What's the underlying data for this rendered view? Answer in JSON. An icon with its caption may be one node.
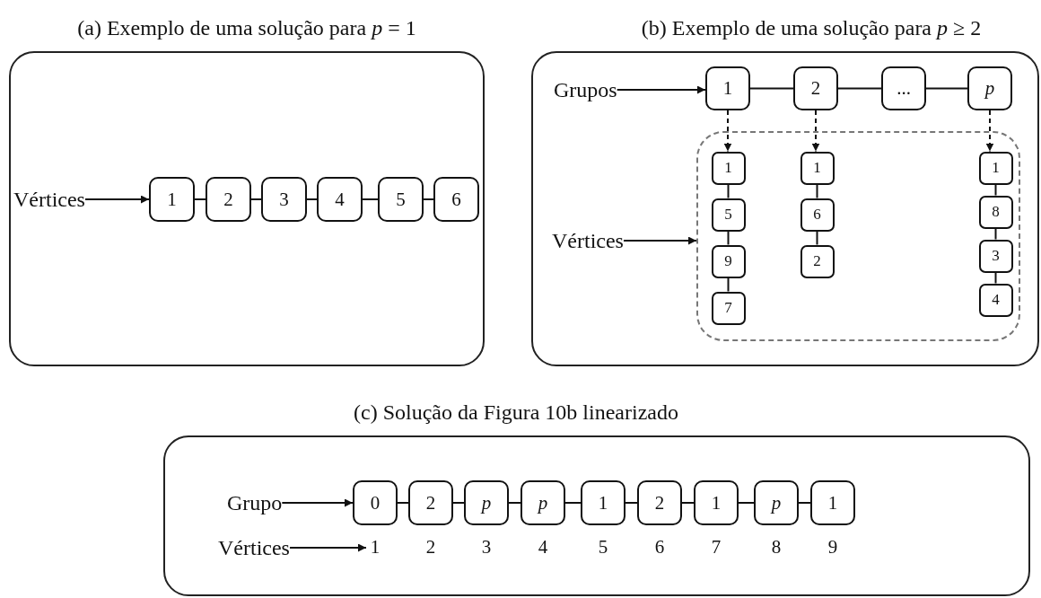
{
  "diagram": {
    "nodes": [
      {
        "text": [
          "(a) Exemplo de uma solução para *p* = 1"
        ]
      },
      {
        "text": [
          "Vértices"
        ],
        "in": 0
      },
      {
        "text": [
          "1"
        ],
        "in": 0
      },
      {
        "text": [
          "2"
        ],
        "in": 0
      },
      {
        "text": [
          "3"
        ],
        "in": 0
      },
      {
        "text": [
          "4"
        ],
        "in": 0
      },
      {
        "text": [
          "5"
        ],
        "in": 0
      },
      {
        "text": [
          "6"
        ],
        "in": 0
      },
      {
        "text": [
          "(b) Exemplo de uma solução para *p* ≥ 2"
        ]
      },
      {
        "text": [
          "Grupos"
        ],
        "in": 8
      },
      {
        "text": [
          "1"
        ],
        "in": 8
      },
      {
        "text": [
          "2"
        ],
        "in": 8
      },
      {
        "text": [
          "..."
        ],
        "in": 8
      },
      {
        "text": [
          "*p*"
        ],
        "in": 8
      },
      {
        "text": [
          "Vértices"
        ],
        "in": 8
      },
      {
        "text": [],
        "shape": "box",
        "in": 8
      },
      {
        "text": [
          "1"
        ],
        "in": 15
      },
      {
        "text": [
          "5"
        ],
        "in": 15
      },
      {
        "text": [
          "9"
        ],
        "in": 15
      },
      {
        "text": [
          "7"
        ],
        "in": 15
      },
      {
        "text": [
          "1"
        ],
        "in": 15
      },
      {
        "text": [
          "6"
        ],
        "in": 15
      },
      {
        "text": [
          "2"
        ],
        "in": 15
      },
      {
        "text": [
          "1"
        ],
        "in": 15
      },
      {
        "text": [
          "8"
        ],
        "in": 15
      },
      {
        "text": [
          "3"
        ],
        "in": 15
      },
      {
        "text": [
          "4"
        ],
        "in": 15
      },
      {
        "text": [
          "(c) Solução da Figura 10b linearizado"
        ]
      },
      {
        "text": [
          "Grupo"
        ],
        "in": 27
      },
      {
        "text": [
          "0"
        ],
        "in": 27
      },
      {
        "text": [
          "2"
        ],
        "in": 27
      },
      {
        "text": [
          "*p*"
        ],
        "in": 27
      },
      {
        "text": [
          "*p*"
        ],
        "in": 27
      },
      {
        "text": [
          "1"
        ],
        "in": 27
      },
      {
        "text": [
          "2"
        ],
        "in": 27
      },
      {
        "text": [
          "1"
        ],
        "in": 27
      },
      {
        "text": [
          "*p*"
        ],
        "in": 27
      },
      {
        "text": [
          "1"
        ],
        "in": 27
      },
      {
        "text": [
          "Vértices"
        ],
        "in": 27
      },
      {
        "text": [
          "1"
        ],
        "in": 27
      },
      {
        "text": [
          "2"
        ],
        "in": 27
      },
      {
        "text": [
          "3"
        ],
        "in": 27
      },
      {
        "text": [
          "4"
        ],
        "in": 27
      },
      {
        "text": [
          "5"
        ],
        "in": 27
      },
      {
        "text": [
          "6"
        ],
        "in": 27
      },
      {
        "text": [
          "7"
        ],
        "in": 27
      },
      {
        "text": [
          "8"
        ],
        "in": 27
      },
      {
        "text": [
          "9"
        ],
        "in": 27
      }
    ],
    "edges": [
      {
        "from": 1,
        "to": 2,
        "arrow": "to"
      },
      {
        "from": 2,
        "to": 3,
        "arrow": "none"
      },
      {
        "from": 3,
        "to": 4,
        "arrow": "none"
      },
      {
        "from": 4,
        "to": 5,
        "arrow": "none"
      },
      {
        "from": 5,
        "to": 6,
        "arrow": "none"
      },
      {
        "from": 6,
        "to": 7,
        "arrow": "none"
      },
      {
        "from": 9,
        "to": 10,
        "arrow": "to"
      },
      {
        "from": 10,
        "to": 11,
        "arrow": "none"
      },
      {
        "from": 11,
        "to": 12,
        "arrow": "none"
      },
      {
        "from": 12,
        "to": 13,
        "arrow": "none"
      },
      {
        "from": 10,
        "to": 16,
        "arrow": "to",
        "style": "dashed"
      },
      {
        "from": 11,
        "to": 20,
        "arrow": "to",
        "style": "dashed"
      },
      {
        "from": 13,
        "to": 23,
        "arrow": "to",
        "style": "dashed"
      },
      {
        "from": 14,
        "to": 15,
        "arrow": "to"
      },
      {
        "from": 16,
        "to": 17,
        "arrow": "none"
      },
      {
        "from": 17,
        "to": 18,
        "arrow": "none"
      },
      {
        "from": 18,
        "to": 19,
        "arrow": "none"
      },
      {
        "from": 20,
        "to": 21,
        "arrow": "none"
      },
      {
        "from": 21,
        "to": 22,
        "arrow": "none"
      },
      {
        "from": 23,
        "to": 24,
        "arrow": "none"
      },
      {
        "from": 24,
        "to": 25,
        "arrow": "none"
      },
      {
        "from": 25,
        "to": 26,
        "arrow": "none"
      },
      {
        "from": 28,
        "to": 29,
        "arrow": "to"
      },
      {
        "from": 29,
        "to": 30,
        "arrow": "none"
      },
      {
        "from": 30,
        "to": 31,
        "arrow": "none"
      },
      {
        "from": 31,
        "to": 32,
        "arrow": "none"
      },
      {
        "from": 32,
        "to": 33,
        "arrow": "none"
      },
      {
        "from": 33,
        "to": 34,
        "arrow": "none"
      },
      {
        "from": 34,
        "to": 35,
        "arrow": "none"
      },
      {
        "from": 35,
        "to": 36,
        "arrow": "none"
      },
      {
        "from": 36,
        "to": 37,
        "arrow": "none"
      },
      {
        "from": 38,
        "to": 39,
        "arrow": "to"
      }
    ]
  }
}
